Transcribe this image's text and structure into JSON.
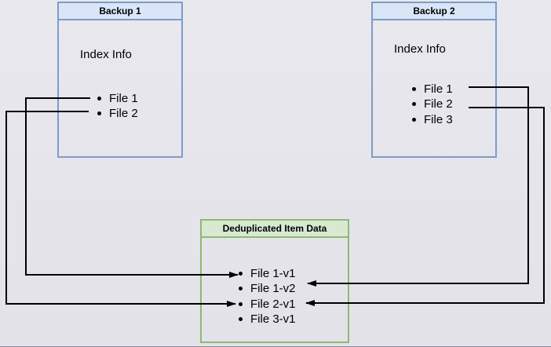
{
  "nodes": {
    "backup1": {
      "title": "Backup 1",
      "body_label": "Index Info",
      "files": [
        "File 1",
        "File 2"
      ],
      "header_fill": "#d9e6f7",
      "border_color": "#7d9cc7"
    },
    "backup2": {
      "title": "Backup 2",
      "body_label": "Index Info",
      "files": [
        "File 1",
        "File 2",
        "File 3"
      ],
      "header_fill": "#d9e6f7",
      "border_color": "#7d9cc7"
    },
    "dedup": {
      "title": "Deduplicated Item Data",
      "files": [
        "File 1-v1",
        "File 1-v2",
        "File 2-v1",
        "File 3-v1"
      ],
      "header_fill": "#d8e9d1",
      "border_color": "#8fb877"
    }
  },
  "connections": [
    {
      "from": "Backup 1 / File 1",
      "to": "Deduplicated Item Data / File 1-v1",
      "route": "left"
    },
    {
      "from": "Backup 1 / File 2",
      "to": "Deduplicated Item Data / File 2-v1",
      "route": "left"
    },
    {
      "from": "Backup 2 / File 1",
      "to": "Deduplicated Item Data / File 1-v2",
      "route": "right"
    },
    {
      "from": "Backup 2 / File 2",
      "to": "Deduplicated Item Data / File 2-v1",
      "route": "right"
    }
  ],
  "connector_color": "#000000",
  "canvas_background": "#e6e5ec"
}
